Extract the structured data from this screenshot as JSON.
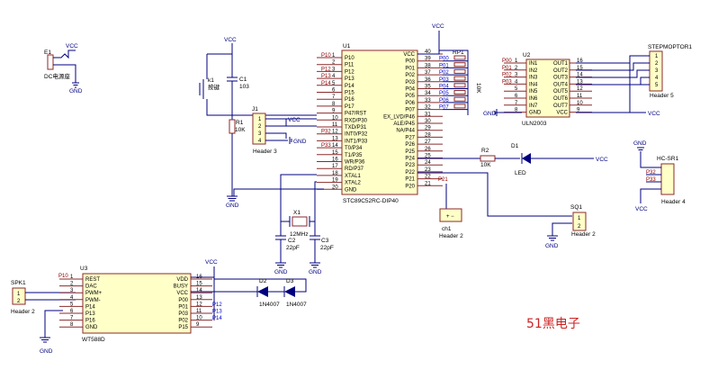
{
  "vcc": "VCC",
  "gnd": "GND",
  "brand": "51黑电子",
  "e1": {
    "ref": "E1",
    "name": "DC电源座"
  },
  "k1": {
    "ref": "k1",
    "name": "按键"
  },
  "c1": {
    "ref": "C1",
    "value": "103"
  },
  "r1": {
    "ref": "R1",
    "value": "10K"
  },
  "j1": {
    "ref": "J1",
    "name": "Header 3",
    "pins": [
      "1",
      "2",
      "3",
      "4"
    ]
  },
  "mcu": {
    "ref": "U1",
    "part": "STC89C52RC-DIP40",
    "left_pins": [
      {
        "num": "1",
        "name": "P10"
      },
      {
        "num": "2",
        "name": "P11"
      },
      {
        "num": "3",
        "name": "P12"
      },
      {
        "num": "4",
        "name": "P13"
      },
      {
        "num": "5",
        "name": "P14"
      },
      {
        "num": "6",
        "name": "P15"
      },
      {
        "num": "7",
        "name": "P16"
      },
      {
        "num": "8",
        "name": "P17"
      },
      {
        "num": "9",
        "name": "P47/RST"
      },
      {
        "num": "10",
        "name": "RXD/P30"
      },
      {
        "num": "11",
        "name": "TXD/P31"
      },
      {
        "num": "12",
        "name": "INT0/P32"
      },
      {
        "num": "13",
        "name": "INT1/P33"
      },
      {
        "num": "14",
        "name": "T0/P34"
      },
      {
        "num": "15",
        "name": "T1/P35"
      },
      {
        "num": "16",
        "name": "WR/P36"
      },
      {
        "num": "17",
        "name": "RD/P37"
      },
      {
        "num": "18",
        "name": "XTAL1"
      },
      {
        "num": "19",
        "name": "XTAL2"
      },
      {
        "num": "20",
        "name": "GND"
      }
    ],
    "right_pins": [
      {
        "num": "40",
        "name": "VCC"
      },
      {
        "num": "39",
        "name": "P00"
      },
      {
        "num": "38",
        "name": "P01"
      },
      {
        "num": "37",
        "name": "P02"
      },
      {
        "num": "36",
        "name": "P03"
      },
      {
        "num": "35",
        "name": "P04"
      },
      {
        "num": "34",
        "name": "P05"
      },
      {
        "num": "33",
        "name": "P06"
      },
      {
        "num": "32",
        "name": "P07"
      },
      {
        "num": "31",
        "name": "EX_LVD/P46"
      },
      {
        "num": "30",
        "name": "ALE/P45"
      },
      {
        "num": "29",
        "name": "NA/P44"
      },
      {
        "num": "28",
        "name": "P27"
      },
      {
        "num": "27",
        "name": "P26"
      },
      {
        "num": "26",
        "name": "P25"
      },
      {
        "num": "25",
        "name": "P24"
      },
      {
        "num": "24",
        "name": "P23"
      },
      {
        "num": "23",
        "name": "P22"
      },
      {
        "num": "22",
        "name": "P21"
      },
      {
        "num": "21",
        "name": "P20"
      }
    ],
    "left_nets": [
      "P10",
      "",
      "P12",
      "P13",
      "P14",
      "",
      "",
      "",
      "",
      "",
      "",
      "P32",
      "",
      "P33",
      "",
      "",
      "",
      "",
      "",
      ""
    ],
    "right_nets": [
      "",
      "P00",
      "P01",
      "P02",
      "P03",
      "P04",
      "P05",
      "P06",
      "P07",
      "",
      "",
      "",
      "",
      "",
      "",
      "",
      "",
      "",
      "",
      ""
    ]
  },
  "rp1": {
    "ref": "RP1",
    "value": "10K"
  },
  "x1": {
    "ref": "X1",
    "value": "12MHz"
  },
  "c2": {
    "ref": "C2",
    "value": "22pF"
  },
  "c3": {
    "ref": "C3",
    "value": "22pF"
  },
  "driver": {
    "ref": "U2",
    "part": "ULN2003",
    "left_pins": [
      {
        "num": "1",
        "name": "IN1"
      },
      {
        "num": "2",
        "name": "IN2"
      },
      {
        "num": "3",
        "name": "IN3"
      },
      {
        "num": "4",
        "name": "IN4"
      },
      {
        "num": "5",
        "name": "IN5"
      },
      {
        "num": "6",
        "name": "IN6"
      },
      {
        "num": "7",
        "name": "IN7"
      },
      {
        "num": "8",
        "name": "GND"
      }
    ],
    "right_pins": [
      {
        "num": "16",
        "name": "OUT1"
      },
      {
        "num": "15",
        "name": "OUT2"
      },
      {
        "num": "14",
        "name": "OUT3"
      },
      {
        "num": "13",
        "name": "OUT4"
      },
      {
        "num": "12",
        "name": "OUT5"
      },
      {
        "num": "11",
        "name": "OUT6"
      },
      {
        "num": "10",
        "name": "OUT7"
      },
      {
        "num": "9",
        "name": "VCC"
      }
    ],
    "in_nets": [
      "P00",
      "P01",
      "P02",
      "P03"
    ]
  },
  "stepmotor": {
    "ref": "STEPMOPTOR1",
    "name": "Header 5",
    "pins": [
      "1",
      "2",
      "3",
      "4",
      "5"
    ]
  },
  "r2": {
    "ref": "R2",
    "value": "10K"
  },
  "led": {
    "ref": "D1",
    "name": "LED"
  },
  "hcsr": {
    "ref": "HC-SR1",
    "name": "Header 4",
    "nets": [
      "P32",
      "P33"
    ]
  },
  "p21": {
    "net": "P21",
    "ref": "ch1",
    "name": "Header 2"
  },
  "sq1": {
    "ref": "SQ1",
    "name": "Header 2"
  },
  "spk": {
    "ref": "SPK1",
    "name": "Header 2"
  },
  "voice": {
    "ref": "U3",
    "part": "WT588D",
    "net_top": "P10",
    "left_pins": [
      {
        "num": "1",
        "name": "REST"
      },
      {
        "num": "2",
        "name": "DAC"
      },
      {
        "num": "3",
        "name": "PWM+"
      },
      {
        "num": "4",
        "name": "PWM-"
      },
      {
        "num": "5",
        "name": "P14"
      },
      {
        "num": "6",
        "name": "P13"
      },
      {
        "num": "7",
        "name": "P16"
      },
      {
        "num": "8",
        "name": "GND"
      }
    ],
    "right_pins": [
      {
        "num": "16",
        "name": "VDD"
      },
      {
        "num": "15",
        "name": "BUSY"
      },
      {
        "num": "14",
        "name": "VCC"
      },
      {
        "num": "13",
        "name": "P00"
      },
      {
        "num": "12",
        "name": "P01"
      },
      {
        "num": "11",
        "name": "P03"
      },
      {
        "num": "10",
        "name": "P02"
      },
      {
        "num": "9",
        "name": "P15"
      }
    ],
    "right_nets": [
      "P12",
      "P13",
      "P14"
    ]
  },
  "d2": {
    "ref": "D2",
    "part": "1N4007"
  },
  "d3": {
    "ref": "D3",
    "part": "1N4007"
  }
}
